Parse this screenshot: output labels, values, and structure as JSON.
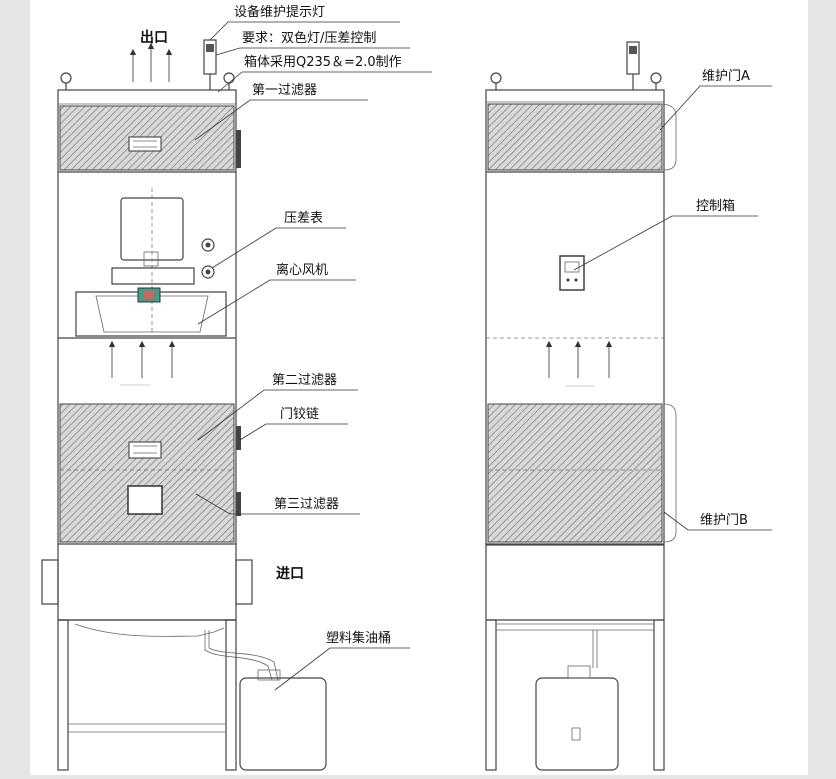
{
  "diagram": {
    "labels": {
      "outlet": "出口",
      "maintenance_light": "设备维护提示灯",
      "requirement": "要求：双色灯/压差控制",
      "box_material": "箱体采用Q235＆=2.0制作",
      "first_filter": "第一过滤器",
      "pressure_gauge": "压差表",
      "fan": "离心风机",
      "second_filter": "第二过滤器",
      "door_hinge": "门铰链",
      "third_filter": "第三过滤器",
      "inlet": "进口",
      "oil_bucket": "塑料集油桶",
      "door_a": "维护门A",
      "control_box": "控制箱",
      "door_b": "维护门B"
    },
    "colors": {
      "background": "#e6e6e6",
      "panel": "#ffffff",
      "line": "#444444",
      "hatch": "#777777"
    }
  }
}
